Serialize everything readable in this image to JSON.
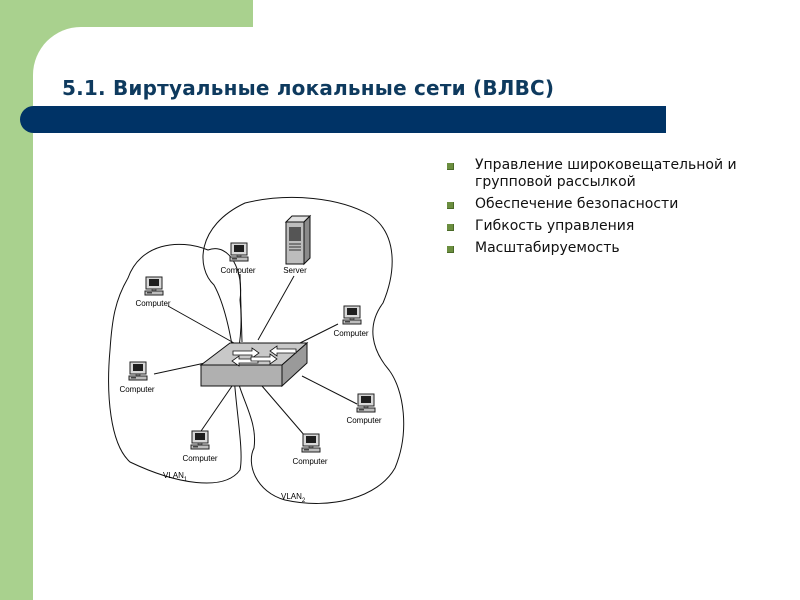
{
  "slide": {
    "title": "5.1. Виртуальные локальные сети (ВЛВС)",
    "bullets": [
      "Управление широковещательной и групповой рассылкой",
      "Обеспечение безопасности",
      "Гибкость управления",
      "Масштабируемость"
    ]
  },
  "diagram": {
    "nodes": [
      {
        "label": "Computer"
      },
      {
        "label": "Server"
      },
      {
        "label": "Computer"
      },
      {
        "label": "Computer"
      },
      {
        "label": "Computer"
      },
      {
        "label": "Computer"
      },
      {
        "label": "Computer"
      },
      {
        "label": "Computer"
      }
    ],
    "vlan1": {
      "label": "VLAN",
      "sub": "1"
    },
    "vlan2": {
      "label": "VLAN",
      "sub": "2"
    }
  },
  "colors": {
    "green_deco": "#a9d18e",
    "title_text": "#0e3a5e",
    "title_bar": "#003366",
    "bullet": "#6b8e3f"
  }
}
